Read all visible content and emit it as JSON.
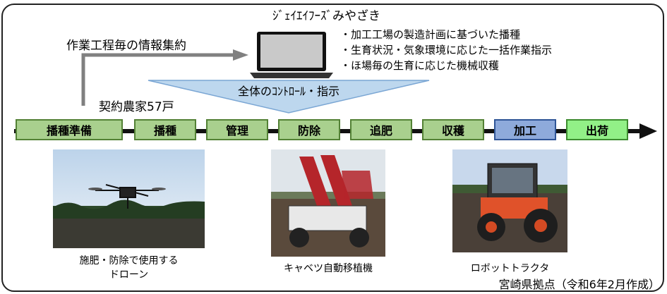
{
  "company": "ｼﾞｪｲｴｲﾌｰｽﾞみやざき",
  "bullets": [
    "・加工工場の製造計画に基づいた播種",
    "・生育状況・気象環境に応じた一括作業指示",
    "・ほ場毎の生育に応じた機械収穫"
  ],
  "collect_label": "作業工程毎の情報集約",
  "control_label": "全体のｺﾝﾄﾛｰﾙ・指示",
  "farmers_label": "契約農家57戸",
  "steps": [
    "播種準備",
    "播種",
    "管理",
    "防除",
    "追肥",
    "収穫",
    "加工",
    "出荷"
  ],
  "captions": {
    "drone": "施肥・防除で使用する\nドローン",
    "transplanter": "キャベツ自動移植機",
    "tractor": "ロボットトラクタ"
  },
  "footer": "宮崎県拠点（令和6年2月作成）",
  "colors": {
    "step_green": "#a9d08e",
    "step_blue": "#8eaadb",
    "step_lightgreen": "#92f087",
    "control_arrow": "#bdd7ee"
  }
}
